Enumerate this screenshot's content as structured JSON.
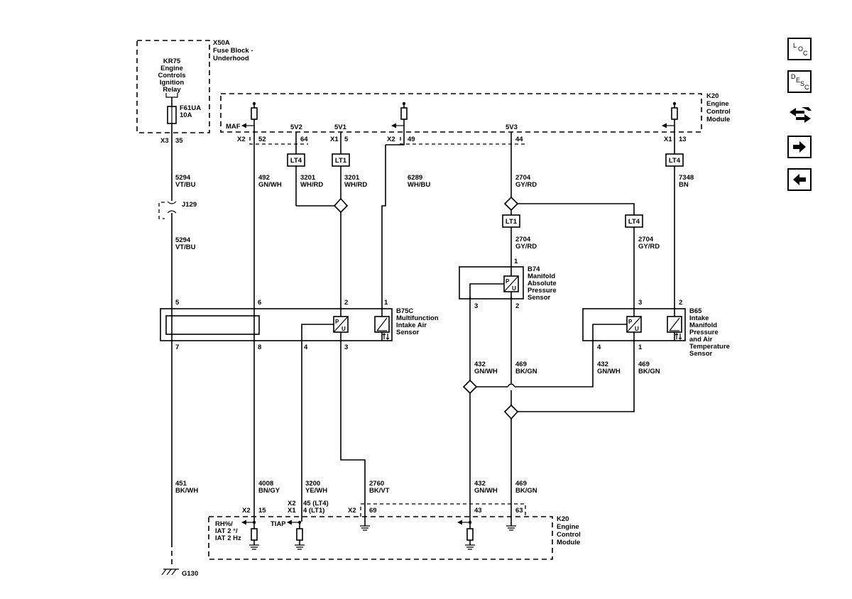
{
  "modules": {
    "fuse_block": {
      "id": "X50A",
      "name_1": "Fuse Block -",
      "name_2": "Underhood"
    },
    "relay": {
      "l1": "KR75",
      "l2": "Engine",
      "l3": "Controls",
      "l4": "Ignition",
      "l5": "Relay"
    },
    "fuse": {
      "id": "F61UA",
      "rating": "10A"
    },
    "ecm": {
      "id": "K20",
      "l1": "Engine",
      "l2": "Control",
      "l3": "Module"
    },
    "maf_sensor": {
      "id": "B75C",
      "l1": "Multifunction",
      "l2": "Intake Air",
      "l3": "Sensor"
    },
    "map_sensor": {
      "id": "B74",
      "l1": "Manifold",
      "l2": "Absolute",
      "l3": "Pressure",
      "l4": "Sensor"
    },
    "imp_sensor": {
      "id": "B65",
      "l1": "Intake",
      "l2": "Manifold",
      "l3": "Pressure",
      "l4": "and Air",
      "l5": "Temperature",
      "l6": "Sensor"
    },
    "connector": {
      "id": "J129"
    },
    "ground": {
      "id": "G130"
    }
  },
  "signals": {
    "maf": "MAF",
    "v2": "5V2",
    "v1": "5V1",
    "v3": "5V3",
    "tiap": "TIAP",
    "rh1": "RH%/",
    "rh2": "IAT 2 °/",
    "rh3": "IAT 2 Hz",
    "lt4": "LT4",
    "lt1": "LT1"
  },
  "connectors": {
    "x1": "X1",
    "x2": "X2",
    "x3": "X3"
  },
  "pins": {
    "p35": "35",
    "p52": "52",
    "p64": "64",
    "p5": "5",
    "p49": "49",
    "p44": "44",
    "p13": "13",
    "maf_p5": "5",
    "maf_p6": "6",
    "maf_p2": "2",
    "maf_p1": "1",
    "maf_p7": "7",
    "maf_p8": "8",
    "maf_p4": "4",
    "maf_p3": "3",
    "map_p1": "1",
    "map_p3": "3",
    "map_p2": "2",
    "imp_p3": "3",
    "imp_p2": "2",
    "imp_p4": "4",
    "imp_p1": "1",
    "p15": "15",
    "p45": "45 (LT4)",
    "p4": "4 (LT1)",
    "p69": "69",
    "p43": "43",
    "p63": "63",
    "sensor_p": "P",
    "sensor_u": "U"
  },
  "wires": [
    {
      "circuit": "5294",
      "color": "VT/BU"
    },
    {
      "circuit": "492",
      "color": "GN/WH"
    },
    {
      "circuit": "3201",
      "color": "WH/RD"
    },
    {
      "circuit": "3201",
      "color": "WH/RD"
    },
    {
      "circuit": "6289",
      "color": "WH/BU"
    },
    {
      "circuit": "2704",
      "color": "GY/RD"
    },
    {
      "circuit": "7348",
      "color": "BN"
    },
    {
      "circuit": "5294",
      "color": "VT/BU"
    },
    {
      "circuit": "2704",
      "color": "GY/RD"
    },
    {
      "circuit": "2704",
      "color": "GY/RD"
    },
    {
      "circuit": "432",
      "color": "GN/WH"
    },
    {
      "circuit": "469",
      "color": "BK/GN"
    },
    {
      "circuit": "432",
      "color": "GN/WH"
    },
    {
      "circuit": "469",
      "color": "BK/GN"
    },
    {
      "circuit": "451",
      "color": "BK/WH"
    },
    {
      "circuit": "4008",
      "color": "BN/GY"
    },
    {
      "circuit": "3200",
      "color": "YE/WH"
    },
    {
      "circuit": "2760",
      "color": "BK/VT"
    },
    {
      "circuit": "432",
      "color": "GN/WH"
    },
    {
      "circuit": "469",
      "color": "BK/GN"
    }
  ],
  "nav": {
    "loc": {
      "l1": "L",
      "l2": "O",
      "l3": "C"
    },
    "desc": {
      "l1": "D",
      "l2": "E",
      "l3": "S",
      "l4": "C"
    },
    "icons": [
      "location-button-icon",
      "description-button-icon",
      "connector-repair-icon",
      "next-page-icon",
      "previous-page-icon"
    ]
  }
}
